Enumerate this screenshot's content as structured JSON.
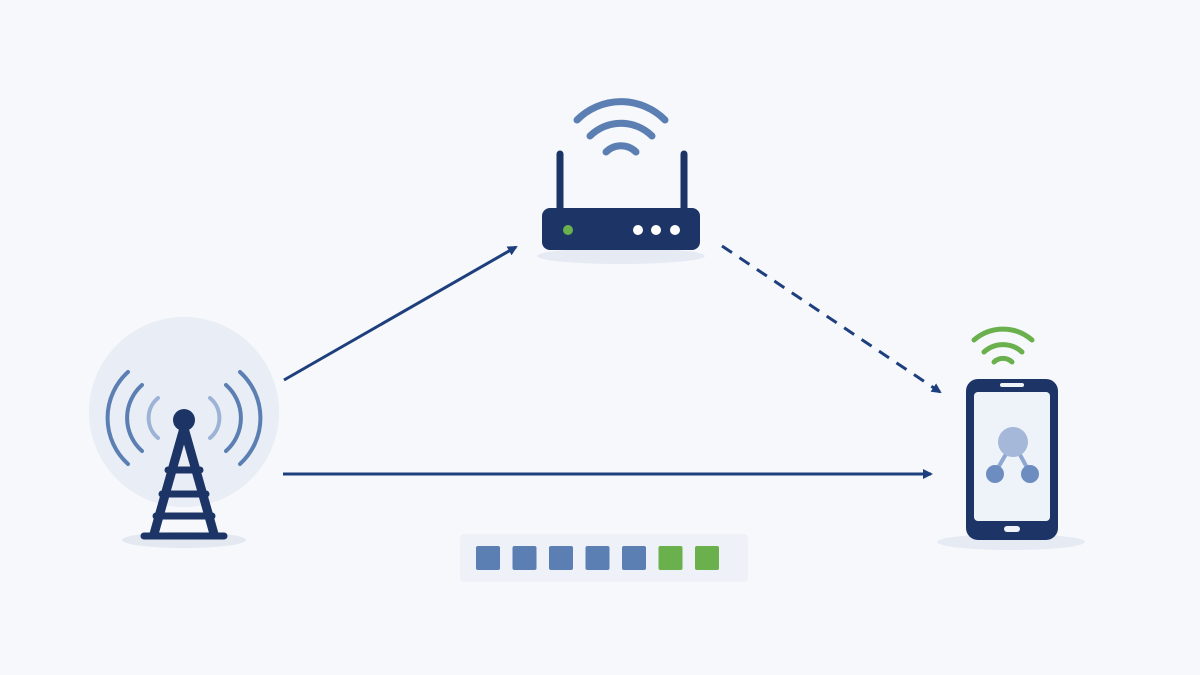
{
  "colors": {
    "background": "#f6f8fc",
    "primary_navy": "#1d3566",
    "arrow_blue": "#1e3f7d",
    "signal_blue": "#5b7fb3",
    "signal_light": "#9db3d6",
    "halo": "#e9eef6",
    "screen": "#eef2f9",
    "node": "#8ea8d2",
    "accent_green": "#6ab04c",
    "legend_bg": "#eef1f7",
    "shadow": "#e6eaf2"
  },
  "nodes": {
    "tower": {
      "icon": "cell-tower-icon",
      "halo": true
    },
    "router": {
      "icon": "wifi-router-icon",
      "leds": [
        "green",
        "white",
        "white",
        "white"
      ]
    },
    "phone": {
      "icon": "smartphone-icon",
      "screen_icon": "network-share-icon",
      "wifi_color": "green"
    }
  },
  "links": [
    {
      "id": "tower-to-router",
      "style": "solid"
    },
    {
      "id": "router-to-phone",
      "style": "dashed"
    },
    {
      "id": "tower-to-phone",
      "style": "solid"
    }
  ],
  "packet_legend": {
    "blocks": [
      "blue",
      "blue",
      "blue",
      "blue",
      "blue",
      "green",
      "green"
    ]
  }
}
